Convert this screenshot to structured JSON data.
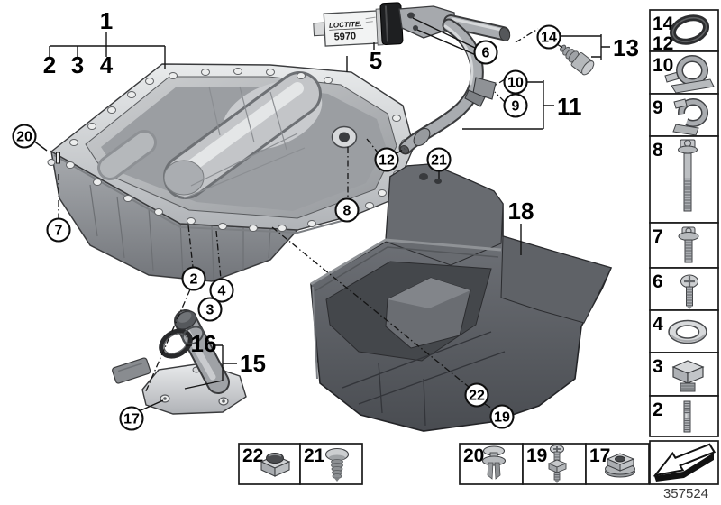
{
  "diagram": {
    "title_part": "oil-pan-parts-diagram",
    "plain_labels": [
      "1",
      "2",
      "3",
      "4",
      "5",
      "11",
      "13",
      "15",
      "16",
      "18"
    ],
    "circled_labels": [
      "20",
      "7",
      "6",
      "14",
      "10",
      "9",
      "12",
      "8",
      "21",
      "2",
      "4",
      "3",
      "17",
      "22",
      "19"
    ],
    "loctite": {
      "brand": "LOCTITE.",
      "product": "5970"
    },
    "parts": {
      "oil_pan": "oil-pan",
      "acoustic_cover": "acoustic-cover",
      "oil_level_sensor": "oil-level-sensor",
      "guide_tube": "dipstick-guide-tube",
      "sealing_plug": "sealing-plug",
      "sealant_tube": "loctite-sealant-tube"
    }
  },
  "sidebar": {
    "items": [
      {
        "label": "14",
        "label2": "12",
        "icon": "o-ring-icon"
      },
      {
        "label": "10",
        "icon": "hose-clip-icon"
      },
      {
        "label": "9",
        "icon": "hose-clamp-icon"
      },
      {
        "label": "8",
        "icon": "long-flange-bolt-icon"
      },
      {
        "label": "7",
        "icon": "flange-screw-icon"
      },
      {
        "label": "6",
        "icon": "pan-head-screw-icon"
      },
      {
        "label": "4",
        "icon": "sealing-washer-icon"
      },
      {
        "label": "3",
        "icon": "screw-plug-icon"
      },
      {
        "label": "2",
        "icon": "stud-bolt-icon"
      }
    ],
    "nav_arrow_icon": "back-arrow-icon"
  },
  "bottom_row": {
    "items": [
      {
        "label": "22",
        "icon": "cap-nut-icon"
      },
      {
        "label": "21",
        "icon": "expansion-rivet-icon"
      },
      {
        "label": "20",
        "icon": "blind-rivet-icon"
      },
      {
        "label": "19",
        "icon": "screw-and-nut-icon"
      },
      {
        "label": "17",
        "icon": "flange-nut-icon"
      }
    ]
  },
  "footer": {
    "part_number": "357524"
  },
  "colors": {
    "background": "#ffffff",
    "line": "#141414",
    "pan_metal": "#b9bcc0",
    "cover_dark": "#5a5d62",
    "callout_fill": "#ffffff"
  }
}
